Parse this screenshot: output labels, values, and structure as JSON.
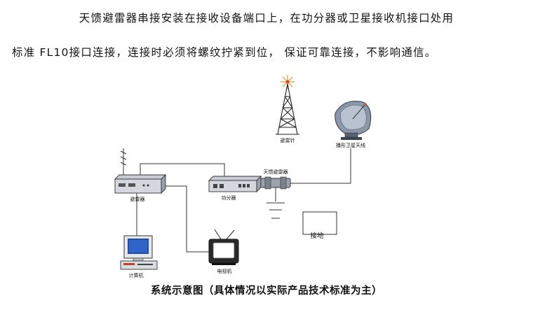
{
  "description_text": {
    "line1": "天馈避雷器串接安装在接收设备端口上，在功分器或卫星接收机接口处用",
    "line2": "标准 FL10接口连接，连接时必须将螺纹拧紧到位，  保证可靠连接，不影响通信。"
  },
  "diagram": {
    "labels": {
      "lightning_rod": "避雷针",
      "dish_antenna": "播形卫星天线",
      "feeder_arrester": "天馈避雷器",
      "arrester_unit": "避雷器",
      "power_splitter": "功分器",
      "ground": "接地",
      "computer": "计算机",
      "tv": "电视机"
    },
    "caption": "系统示意图（具体情况以实际产品技术标准为主）"
  }
}
